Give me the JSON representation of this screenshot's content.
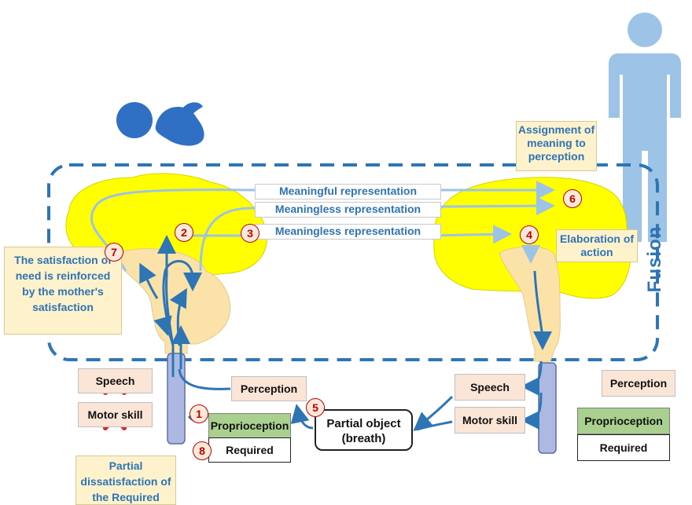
{
  "diagram": {
    "representations": [
      "Meaningful representation",
      "Meaningless representation",
      "Meaningless representation"
    ],
    "callouts": {
      "assignment": "Assignment of meaning to perception",
      "elaboration": "Elaboration of action",
      "satisfaction": "The satisfaction of need is reinforced by the mother's satisfaction",
      "partial_dissatisfaction": "Partial dissatisfaction of the Required"
    },
    "baby_side": {
      "speech": "Speech",
      "motor_skill": "Motor skill",
      "perception": "Perception",
      "proprioception": "Proprioception",
      "required": "Required"
    },
    "partial_object": "Partial object (breath)",
    "mother_side": {
      "speech": "Speech",
      "motor_skill": "Motor skill",
      "perception": "Perception",
      "proprioception": "Proprioception",
      "required": "Required"
    },
    "fusion_label": "Fusion",
    "step_numbers": [
      "1",
      "2",
      "3",
      "4",
      "5",
      "6",
      "7",
      "8"
    ]
  },
  "colors": {
    "brain": "#ffff00",
    "brainstem": "#fbe2a8",
    "arrow_dark": "#2e75b6",
    "arrow_light": "#9dc3e6",
    "figure": "#9dc3e6",
    "baby": "#2f6fc4",
    "cross": "#e0262b",
    "badge_text": "#c00000"
  },
  "icons": [
    "baby-icon",
    "adult-person-icon",
    "cross-mark-icon",
    "slash-mark-icon"
  ]
}
